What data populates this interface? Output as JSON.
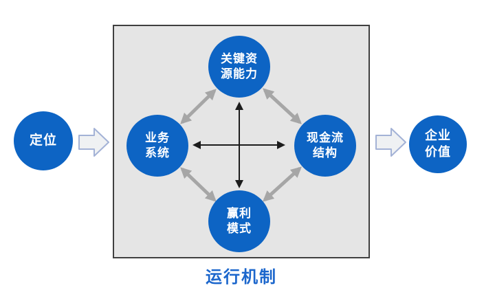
{
  "diagram": {
    "box_label": "运行机制",
    "nodes": {
      "positioning": {
        "label": "定位",
        "lines": [
          "定位"
        ]
      },
      "key_resources": {
        "label": "关键资源能力",
        "lines": [
          "关键资",
          "源能力"
        ]
      },
      "business_system": {
        "label": "业务系统",
        "lines": [
          "业务",
          "系统"
        ]
      },
      "cash_flow": {
        "label": "现金流结构",
        "lines": [
          "现金流",
          "结构"
        ]
      },
      "profit_model": {
        "label": "赢利模式",
        "lines": [
          "赢利",
          "模式"
        ]
      },
      "enterprise_value": {
        "label": "企业价值",
        "lines": [
          "企业",
          "价值"
        ]
      }
    },
    "colors": {
      "node_blue": "#0d64c4",
      "box_fill": "#e5e5e5",
      "box_border": "#3f3f3f",
      "gray_arrow": "#a6a6a6",
      "black_arrow": "#1c1c1c",
      "label_blue": "#1b66cc",
      "block_arrow_fill": "#eff1f3",
      "block_arrow_border": "#a3b2d6"
    }
  }
}
